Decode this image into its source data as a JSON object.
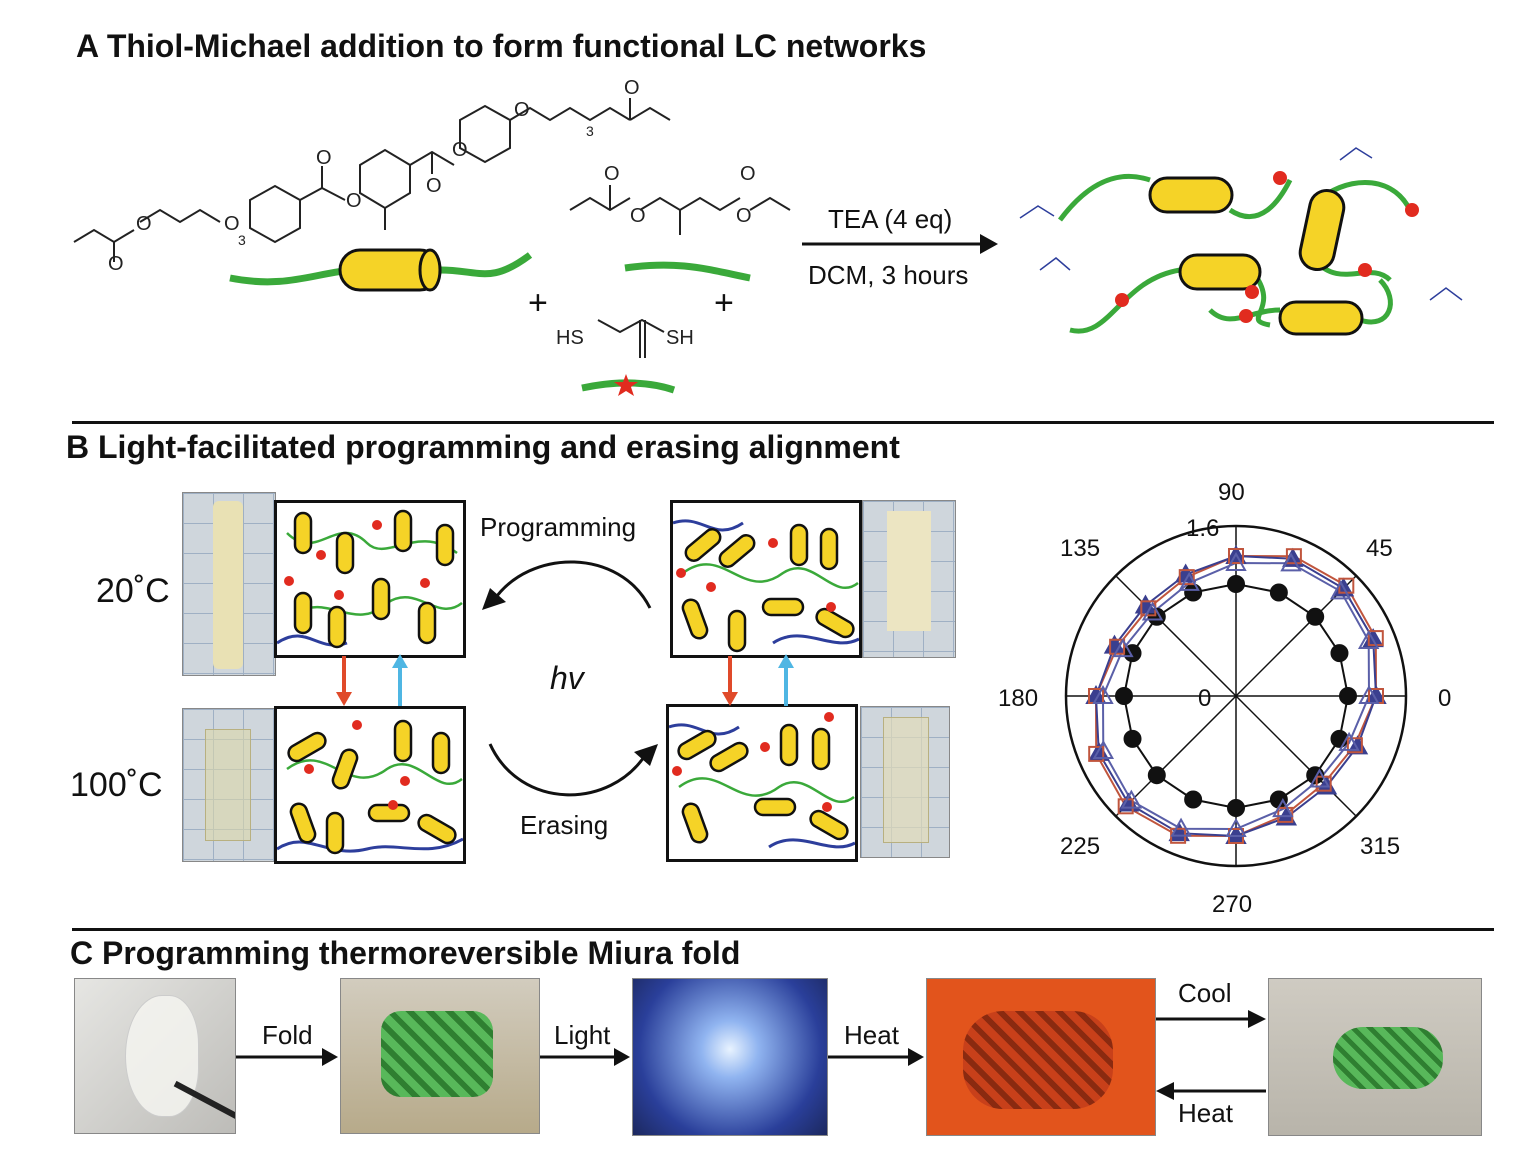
{
  "panelA": {
    "heading": "A  Thiol-Michael addition to form functional LC networks",
    "plus": "+",
    "reaction_top": "TEA (4 eq)",
    "reaction_bottom": "DCM, 3 hours",
    "chem": {
      "o": "O",
      "sub3": "3",
      "hs": "HS",
      "sh": "SH"
    }
  },
  "panelB": {
    "heading": "B  Light-facilitated programming and erasing alignment",
    "temp_low": "20˚C",
    "temp_high": "100˚C",
    "programming": "Programming",
    "hv": "hv",
    "erasing": "Erasing",
    "polar": {
      "angle_labels": [
        "90",
        "45",
        "0",
        "315",
        "270",
        "225",
        "180",
        "135"
      ],
      "radial_max": "1.6",
      "radial_zero": "0"
    }
  },
  "panelC": {
    "heading": "C  Programming thermoreversible Miura fold",
    "arrows": [
      "Fold",
      "Light",
      "Heat",
      "Cool",
      "Heat"
    ]
  },
  "colors": {
    "mesogen": "#f5d327",
    "chain": "#3aa93a",
    "crosslink": "#e12b1f",
    "loose_chain": "#2d3e9c",
    "heat_arrow": "#e04a2a",
    "cool_arrow": "#4fb6e3",
    "photo_orange": "#e2541c",
    "photo_blue": "#2a3f9a"
  },
  "icons": [
    "mesogen-cylinder-icon",
    "crosslink-star-icon",
    "reaction-arrow-icon",
    "cycle-arrow-icon"
  ]
}
